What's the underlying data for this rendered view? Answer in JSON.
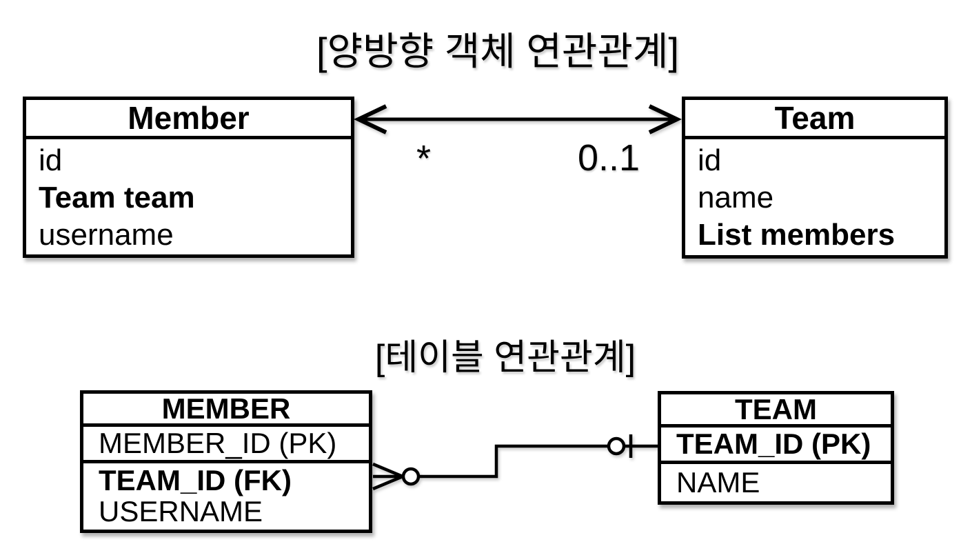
{
  "diagram": {
    "colors": {
      "stroke": "#000000",
      "background": "#ffffff",
      "box_fill": "#ffffff"
    },
    "object_section": {
      "title": "[양방향 객체 연관관계]",
      "member_class": {
        "name": "Member",
        "fields": [
          {
            "text": "id",
            "bold": false
          },
          {
            "text": "Team team",
            "bold": true
          },
          {
            "text": "username",
            "bold": false
          }
        ]
      },
      "team_class": {
        "name": "Team",
        "fields": [
          {
            "text": "id",
            "bold": false
          },
          {
            "text": "name",
            "bold": false
          },
          {
            "text": "List members",
            "bold": true
          }
        ]
      },
      "association": {
        "type": "bidirectional-arrow",
        "member_multiplicity": "*",
        "team_multiplicity": "0..1"
      }
    },
    "table_section": {
      "title": "[테이블 연관관계]",
      "member_table": {
        "name": "MEMBER",
        "pk_row": {
          "text": "MEMBER_ID (PK)",
          "bold": false
        },
        "rows": [
          {
            "text": "TEAM_ID (FK)",
            "bold": true
          },
          {
            "text": "USERNAME",
            "bold": false
          }
        ]
      },
      "team_table": {
        "name": "TEAM",
        "pk_row": {
          "text": "TEAM_ID (PK)",
          "bold": true
        },
        "rows": [
          {
            "text": "NAME",
            "bold": false
          }
        ]
      },
      "relationship": {
        "member_end": "zero-or-many (crow's foot + circle)",
        "team_end": "zero-or-one (circle + bar)"
      }
    }
  }
}
